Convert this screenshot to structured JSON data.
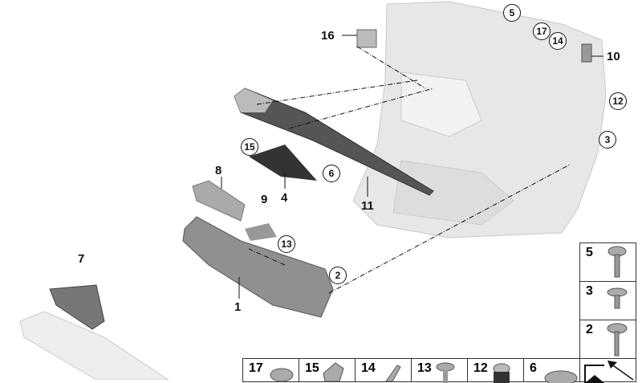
{
  "callouts": {
    "plain": [
      "16",
      "10",
      "8",
      "4",
      "9",
      "11",
      "7",
      "1"
    ],
    "circled": [
      "5",
      "17",
      "14",
      "12",
      "3",
      "15",
      "6",
      "13",
      "2"
    ]
  },
  "fastener_table": {
    "column": [
      "5",
      "3",
      "2"
    ],
    "row": [
      "17",
      "15",
      "14",
      "13",
      "12",
      "6"
    ]
  },
  "colors": {
    "part_fill": "#9a9c9c",
    "panel_fill": "#e6e7e7",
    "line": "#111111"
  }
}
